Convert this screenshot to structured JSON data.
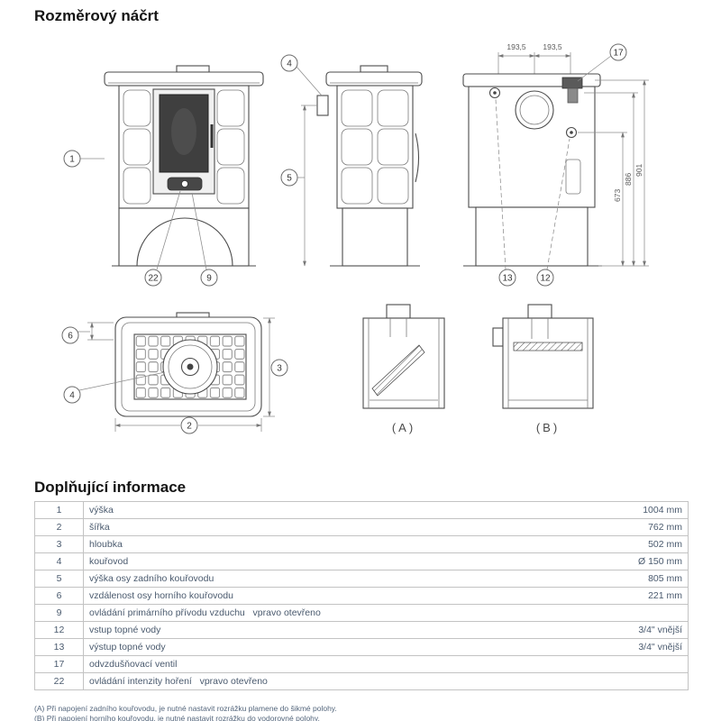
{
  "page": {
    "heading1": "Rozměrový náčrt",
    "heading2": "Doplňující informace"
  },
  "diagram": {
    "callouts": {
      "c1": "1",
      "c2": "2",
      "c3": "3",
      "c4": "4",
      "c5": "5",
      "c6": "6",
      "c9": "9",
      "c12": "12",
      "c13": "13",
      "c17": "17",
      "c22": "22"
    },
    "dims": {
      "offset_left": "193,5",
      "offset_right": "193,5",
      "h673": "673",
      "h886": "886",
      "h901": "901"
    },
    "sections": {
      "a": "(A)",
      "b": "(B)"
    }
  },
  "table": {
    "rows": [
      {
        "num": "1",
        "label": "výška",
        "value": "1004 mm"
      },
      {
        "num": "2",
        "label": "šířka",
        "value": "762 mm"
      },
      {
        "num": "3",
        "label": "hloubka",
        "value": "502 mm"
      },
      {
        "num": "4",
        "label": "kouřovod",
        "value": "Ø 150 mm"
      },
      {
        "num": "5",
        "label": "výška osy zadního kouřovodu",
        "value": "805 mm"
      },
      {
        "num": "6",
        "label": "vzdálenost osy horního kouřovodu",
        "value": "221 mm"
      },
      {
        "num": "9",
        "label": "ovládání primárního přívodu vzduchu   vpravo otevřeno",
        "value": ""
      },
      {
        "num": "12",
        "label": "vstup topné vody",
        "value": "3/4\" vnější"
      },
      {
        "num": "13",
        "label": "výstup topné vody",
        "value": "3/4\" vnější"
      },
      {
        "num": "17",
        "label": "odvzdušňovací ventil",
        "value": ""
      },
      {
        "num": "22",
        "label": "ovládání intenzity hoření   vpravo otevřeno",
        "value": ""
      }
    ]
  },
  "footnotes": [
    "(A) Při napojení zadního kouřovodu, je nutné nastavit rozrážku plamene do šikmé polohy.",
    "(B) Při napojení horního kouřovodu, je nutné nastavit rozrážku do vodorovné polohy."
  ]
}
